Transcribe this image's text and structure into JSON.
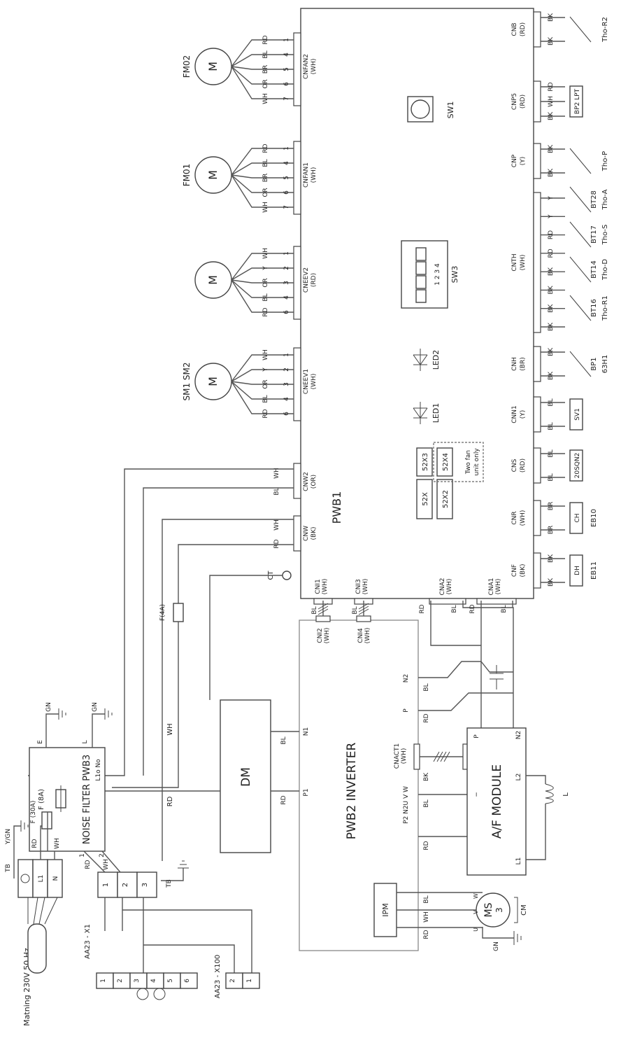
{
  "pwb1": {
    "label": "PWB1"
  },
  "top_connectors": [
    {
      "name": "CNFAN2",
      "color": "(WH)",
      "motor": "FM02",
      "pins": [
        "1",
        "4",
        "5",
        "6",
        "7"
      ],
      "wires": [
        "RD",
        "BL",
        "BR",
        "OR",
        "WH"
      ]
    },
    {
      "name": "CNFAN1",
      "color": "(WH)",
      "motor": "FM01",
      "pins": [
        "1",
        "4",
        "5",
        "6",
        "7"
      ],
      "wires": [
        "RD",
        "BL",
        "BR",
        "OR",
        "WH"
      ]
    },
    {
      "name": "CNEEV2",
      "color": "(RD)",
      "motor": "",
      "pins": [
        "1",
        "2",
        "3",
        "4",
        "6"
      ],
      "wires": [
        "WH",
        "Y",
        "OR",
        "BL",
        "RD"
      ]
    },
    {
      "name": "CNEEV1",
      "color": "(WH)",
      "motor": "SM1 SM2",
      "pins": [
        "1",
        "2",
        "3",
        "4",
        "6"
      ],
      "wires": [
        "WH",
        "Y",
        "OR",
        "BL",
        "RD"
      ]
    }
  ],
  "upper_connectors": [
    {
      "name": "CNW2",
      "color": "(OR)",
      "wires": [
        "WH",
        "BL"
      ]
    },
    {
      "name": "CNW",
      "color": "(BK)",
      "wires": [
        "WH",
        "RD"
      ]
    }
  ],
  "ct_label": "CT",
  "bottom_connectors": [
    {
      "name": "CNI1",
      "color": "(WH)",
      "wire": "BL"
    },
    {
      "name": "CNI3",
      "color": "(WH)",
      "wire": "BL"
    },
    {
      "name": "CNA2",
      "color": "(WH)",
      "wires": [
        "RD",
        "BL"
      ]
    },
    {
      "name": "CNA1",
      "color": "(WH)",
      "wires": [
        "RD",
        "BL"
      ]
    }
  ],
  "right_connectors": [
    {
      "name": "CNB",
      "color": "(RD)",
      "wires": [
        "BK",
        "BK"
      ],
      "device": "Tho-R2",
      "sub": ""
    },
    {
      "name": "CNP5",
      "color": "(RD)",
      "wires": [
        "RD",
        "WH",
        "BK"
      ],
      "device": "BP2 LPT",
      "sub": ""
    },
    {
      "name": "CNP",
      "color": "(Y)",
      "wires": [
        "BK",
        "BK"
      ],
      "device": "Tho-P",
      "sub": ""
    },
    {
      "name": "CNTH",
      "color": "(WH)",
      "wires": [
        "Y",
        "Y",
        "RD",
        "RD",
        "BK",
        "BK",
        "BK",
        "BK"
      ],
      "device": "",
      "sub": ""
    },
    {
      "name": "CNH",
      "color": "(BR)",
      "wires": [
        "BK",
        "BK"
      ],
      "device": "63H1",
      "sub": "BP1"
    },
    {
      "name": "CNN1",
      "color": "(Y)",
      "wires": [
        "BL",
        "BL"
      ],
      "device": "SV1",
      "sub": ""
    },
    {
      "name": "CNS",
      "color": "(RD)",
      "wires": [
        "BL",
        "BL"
      ],
      "device": "20SQN2",
      "sub": ""
    },
    {
      "name": "CNR",
      "color": "(WH)",
      "wires": [
        "BR",
        "BR"
      ],
      "device": "CH",
      "sub": "EB10"
    },
    {
      "name": "CNF",
      "color": "(BK)",
      "wires": [
        "BK",
        "BK"
      ],
      "device": "DH",
      "sub": "EB11"
    }
  ],
  "thermistors": [
    {
      "code": "BT28",
      "name": "Tho-A"
    },
    {
      "code": "BT17",
      "name": "Tho-S"
    },
    {
      "code": "BT14",
      "name": "Tho-D"
    },
    {
      "code": "BT16",
      "name": "Tho-R1"
    }
  ],
  "pcb_parts": {
    "sw1": "SW1",
    "sw3": "SW3",
    "sw3_digits": "1 2 3 4",
    "led1": "LED1",
    "led2": "LED2"
  },
  "relays": {
    "r52x": "52X",
    "r52x2": "52X2",
    "r52x3": "52X3",
    "r52x4": "52X4",
    "two_fan_line1": "Two fan",
    "two_fan_line2": "unit only"
  },
  "pwb2": {
    "label": "PWB2 INVERTER",
    "cni2": "CNI2",
    "cni2_color": "(WH)",
    "cni4": "CNI4",
    "cni4_color": "(WH)",
    "n2": "N2",
    "p": "P",
    "bl": "BL",
    "rd": "RD",
    "cnact1": "CNACT1",
    "cnact1_color": "(WH)",
    "bk": "BK",
    "pin_row": "P2 N2U V W",
    "p1": "P1",
    "n1": "N1"
  },
  "af_module": {
    "label": "A/F MODULE",
    "p": "P",
    "n2": "N2",
    "l1": "L1",
    "l2": "L2",
    "minus": "−",
    "l": "L"
  },
  "dm": {
    "label": "DM"
  },
  "ipm": {
    "label": "IPM"
  },
  "motor": {
    "label": "MS",
    "sub": "3",
    "cm": "CM",
    "u": "U",
    "v": "V",
    "w": "W",
    "gn": "GN",
    "wires": [
      "BL",
      "WH",
      "RD"
    ]
  },
  "noise_filter": {
    "label": "NOISE FILTER PWB3",
    "fuse": "F (8A)",
    "lo_no": "L1o No",
    "e": "E",
    "l": "L",
    "gn": "GN",
    "one": "1",
    "two": "2"
  },
  "fuse_4a": "F(4A)",
  "main_supply": {
    "label": "Matning 230V 50 Hz",
    "tb": "TB",
    "ygn": "Y/GN",
    "l1": "L1",
    "n": "N",
    "rd": "RD",
    "wh": "WH",
    "fuse": "F (30A)"
  },
  "tb2": {
    "label": "TB",
    "pins": [
      "1",
      "2",
      "3"
    ]
  },
  "aa23_x1": {
    "label": "AA23 - X1",
    "pins": [
      "1",
      "2",
      "3",
      "4",
      "5",
      "6"
    ]
  },
  "aa23_x100": {
    "label": "AA23 - X100",
    "pins": [
      "2",
      "1"
    ]
  },
  "wire_labels": {
    "rd": "RD",
    "wh": "WH",
    "bl": "BL",
    "rd2": "RD",
    "wh2": "WH"
  }
}
